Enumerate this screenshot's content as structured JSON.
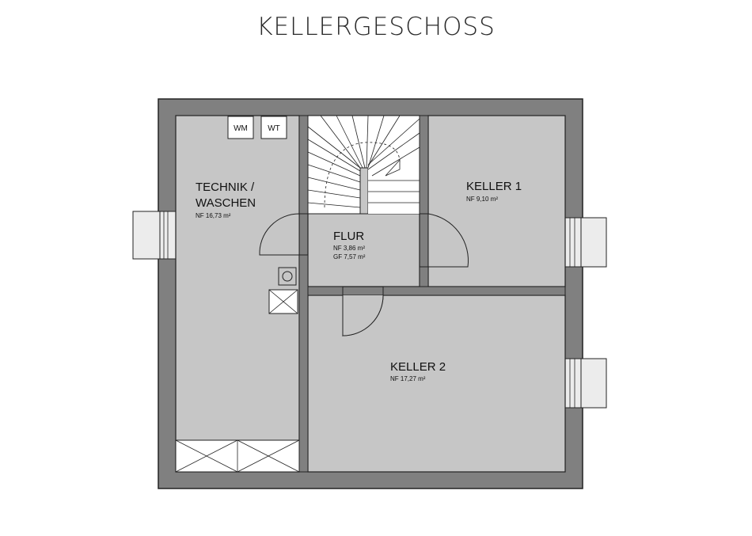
{
  "title": "KELLERGESCHOSS",
  "rooms": {
    "technik": {
      "name_line1": "TECHNIK /",
      "name_line2": "WASCHEN",
      "nf": "NF 16,73 m²"
    },
    "flur": {
      "name": "FLUR",
      "nf": "NF 3,86 m²",
      "gf": "GF 7,57 m²"
    },
    "keller1": {
      "name": "KELLER 1",
      "nf": "NF 9,10 m²"
    },
    "keller2": {
      "name": "KELLER 2",
      "nf": "NF 17,27 m²"
    }
  },
  "appliances": {
    "wm": "WM",
    "wt": "WT"
  },
  "colors": {
    "wall": "#808080",
    "floor": "#c6c6c6",
    "line": "#222222",
    "window": "#ececec"
  }
}
